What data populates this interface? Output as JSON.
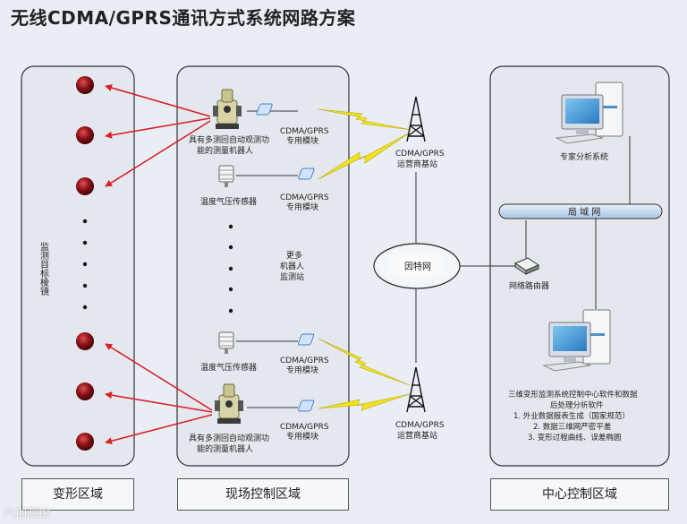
{
  "title": "无线CDMA/GPRS通讯方式系统网路方案",
  "zones": {
    "deform": "变形区域",
    "field": "现场控制区域",
    "center": "中心控制区域"
  },
  "deform": {
    "vertical_label": "监测目标棱镜"
  },
  "field": {
    "robot_label_line1": "具有多测回自动观测功",
    "robot_label_line2": "能的测量机器人",
    "sensor_label": "温度气压传感器",
    "module_line1": "CDMA/GPRS",
    "module_line2": "专用模块",
    "more_line1": "更多",
    "more_line2": "机器人",
    "more_line3": "监测站"
  },
  "network": {
    "station_line1": "CDMA/GPRS",
    "station_line2": "运营商基站",
    "internet": "因特网"
  },
  "center": {
    "expert": "专家分析系统",
    "lan": "局 域 网",
    "router": "网络路由器",
    "software_line1": "三维变形监测系统控制中心软件和数据",
    "software_line2": "后处理分析软件",
    "software_line3": "1. 外业数据报表生成（国家规范）",
    "software_line4": "2. 数据三维网严密平差",
    "software_line5": "3. 变形过程曲线、误差椭圆"
  },
  "watermark": "六创测绘",
  "colors": {
    "arrow": "#d8202a",
    "lightning": "#f2e21a",
    "panel": "#e6eaef",
    "lan": "#cfe0f5"
  }
}
